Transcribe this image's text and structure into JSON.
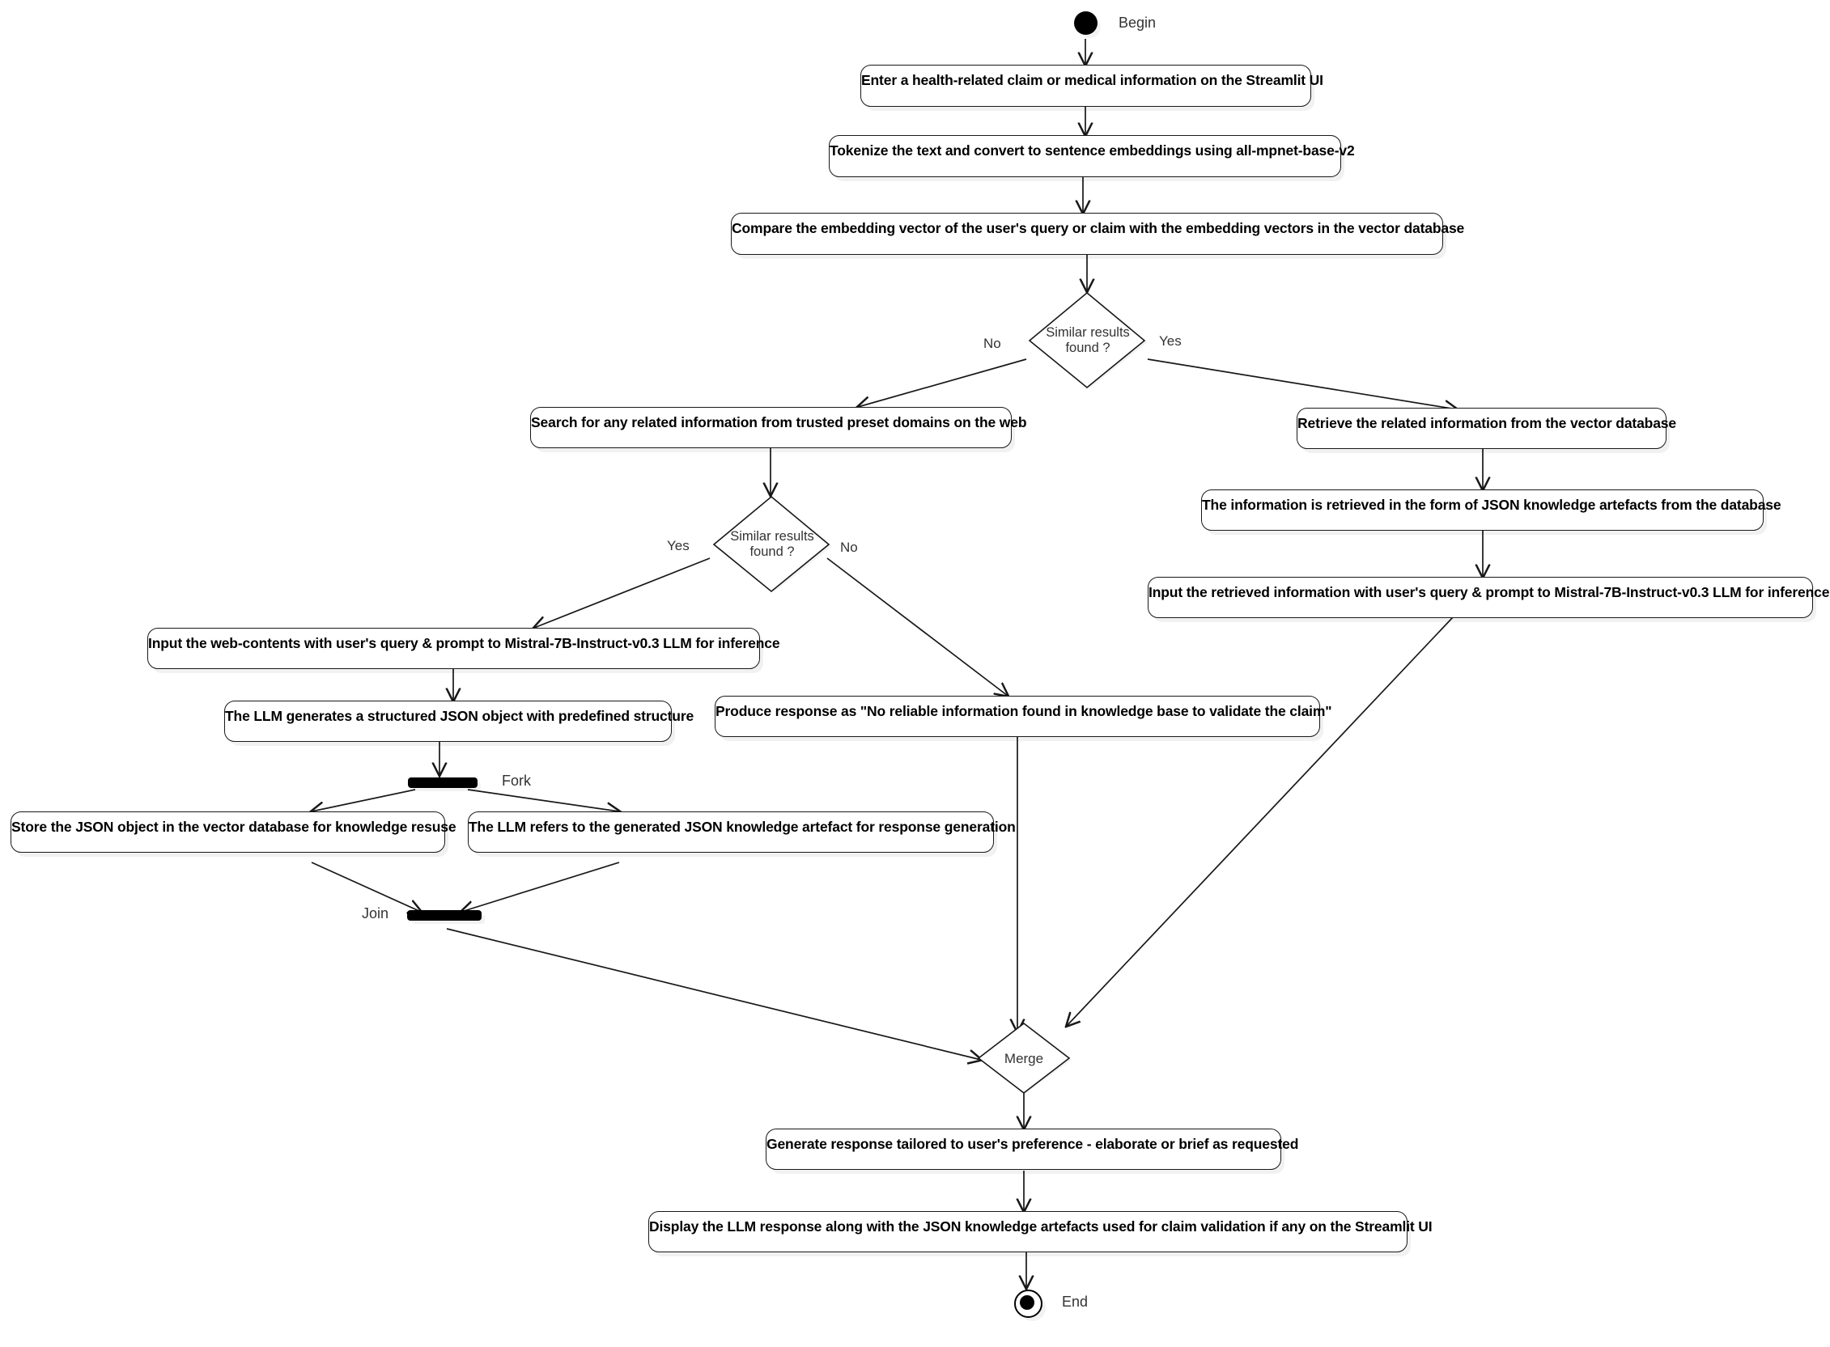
{
  "diagram": {
    "title": "Health claim validation activity flow",
    "start_label": "Begin",
    "end_label": "End",
    "fork_label": "Fork",
    "join_label": "Join",
    "merge_label": "Merge",
    "colors": {
      "stroke": "#181818",
      "fill": "#ffffff",
      "text": "#000000",
      "label_text": "#333333",
      "shadow": "rgba(0,0,0,0.05)"
    }
  },
  "activities": {
    "enter_claim": "Enter a health-related claim or medical information on the Streamlit UI",
    "tokenize": "Tokenize the text and convert to sentence embeddings using all-mpnet-base-v2",
    "compare": "Compare the embedding vector of the user's query or claim with the embedding vectors in the vector database",
    "search_web": "Search for any related information from trusted preset domains on the web",
    "retrieve_vector": "Retrieve the related information from the vector database",
    "json_artefacts": "The information is retrieved in the form of JSON knowledge artefacts from the database",
    "input_retrieved": "Input the retrieved information with user's query & prompt to Mistral-7B-Instruct-v0.3 LLM for inference",
    "input_web": "Input the web-contents with user's query & prompt to Mistral-7B-Instruct-v0.3 LLM for inference",
    "llm_generates": "The LLM generates a structured JSON object with predefined structure",
    "no_reliable": "Produce response as \"No reliable information found in knowledge base to validate the claim\"",
    "store_json": "Store the JSON object in the vector database for knowledge resuse",
    "llm_refers": "The LLM refers to the generated JSON knowledge artefact for response generation",
    "generate_response": "Generate response tailored to user's preference  - elaborate or brief as requested",
    "display_response": "Display the LLM response along with the JSON knowledge artefacts used for claim validation if any on the Streamlit UI"
  },
  "decisions": {
    "decision1": "Similar results\nfound ?",
    "decision2": "Similar results\nfound ?"
  },
  "edge_labels": {
    "d1_no": "No",
    "d1_yes": "Yes",
    "d2_yes": "Yes",
    "d2_no": "No"
  }
}
